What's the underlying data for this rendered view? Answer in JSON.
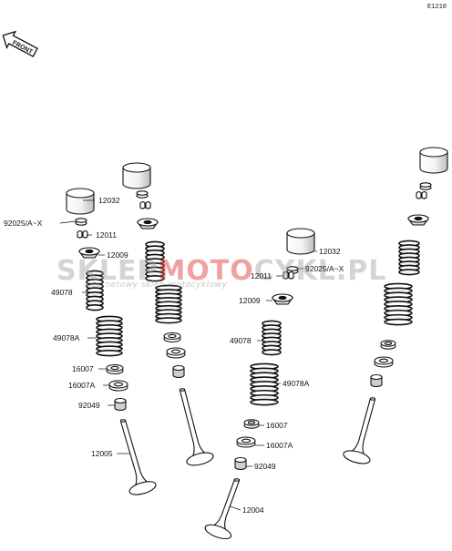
{
  "diagram_code": "E1210",
  "front_marker": "FRONT",
  "watermark": {
    "brand_part1": "SKLEP",
    "brand_part2": "MOTO",
    "brand_part3": "CYKL.PL",
    "tagline": "internetowy sklep motocyklowy"
  },
  "labels": {
    "tappet_left": "12032",
    "shim_left": "92025/A~X",
    "keeper_left": "12011",
    "retainer_left": "12009",
    "inner_spring_left": "49078",
    "outer_spring_left": "49078A",
    "seat_left": "16007",
    "seat_a_left": "16007A",
    "seal_left": "92049",
    "exhaust_valve": "12005",
    "tappet_right": "12032",
    "shim_right": "92025/A~X",
    "keeper_right": "12011",
    "retainer_right": "12009",
    "inner_spring_right": "49078",
    "outer_spring_right": "49078A",
    "seat_right": "16007",
    "seat_a_right": "16007A",
    "seal_right": "92049",
    "intake_valve": "12004"
  },
  "colors": {
    "ink": "#111111",
    "paper": "#ffffff",
    "watermark_gray": "#a0a0a0",
    "watermark_red": "#e14646"
  }
}
